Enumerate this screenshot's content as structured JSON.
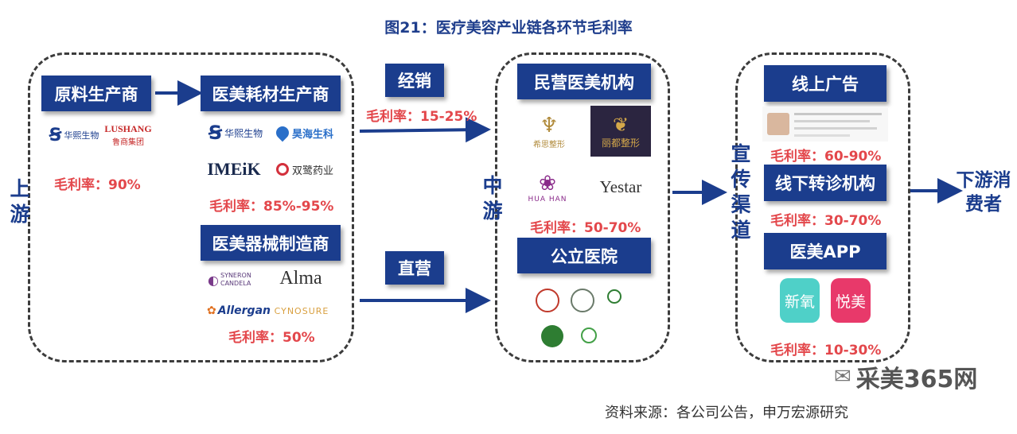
{
  "title": "图21：医疗美容产业链各环节毛利率",
  "upstream": {
    "label": "上游",
    "raw_material": {
      "label": "原料生产商",
      "brands": [
        "华熙生物",
        "LUSHANG",
        "鲁商集团"
      ],
      "margin": "毛利率：90%"
    },
    "consumables": {
      "label": "医美耗材生产商",
      "brands": [
        "华熙生物",
        "昊海生科",
        "IMEiK",
        "双鹭药业"
      ],
      "margin": "毛利率：85%-95%"
    },
    "devices": {
      "label": "医美器械制造商",
      "brands": [
        "SYNERON CANDELA",
        "Alma",
        "Allergan",
        "CYNOSURE"
      ],
      "margin": "毛利率：50%"
    }
  },
  "distribution": {
    "label": "经销",
    "margin": "毛利率：15-25%"
  },
  "direct": {
    "label": "直营"
  },
  "midstream": {
    "label": "中游",
    "private": {
      "label": "民营医美机构",
      "brands": [
        "希思整形",
        "丽都整形",
        "HUA HAN",
        "Yestar"
      ],
      "margin": "毛利率：50-70%"
    },
    "public": {
      "label": "公立医院"
    }
  },
  "channels": {
    "label": "宣传渠道",
    "online_ads": {
      "label": "线上广告",
      "margin": "毛利率：60-90%"
    },
    "offline": {
      "label": "线下转诊机构",
      "margin": "毛利率：30-70%"
    },
    "app": {
      "label": "医美APP",
      "apps": [
        "新氧",
        "悦美"
      ],
      "margin": "毛利率：10-30%"
    }
  },
  "downstream": {
    "label": "下游消费者"
  },
  "watermark": "采美365网",
  "source": "资料来源：各公司公告，申万宏源研究",
  "colors": {
    "box": "#1b3d8d",
    "rate": "#e3474b",
    "arrow": "#1b3d8d"
  }
}
